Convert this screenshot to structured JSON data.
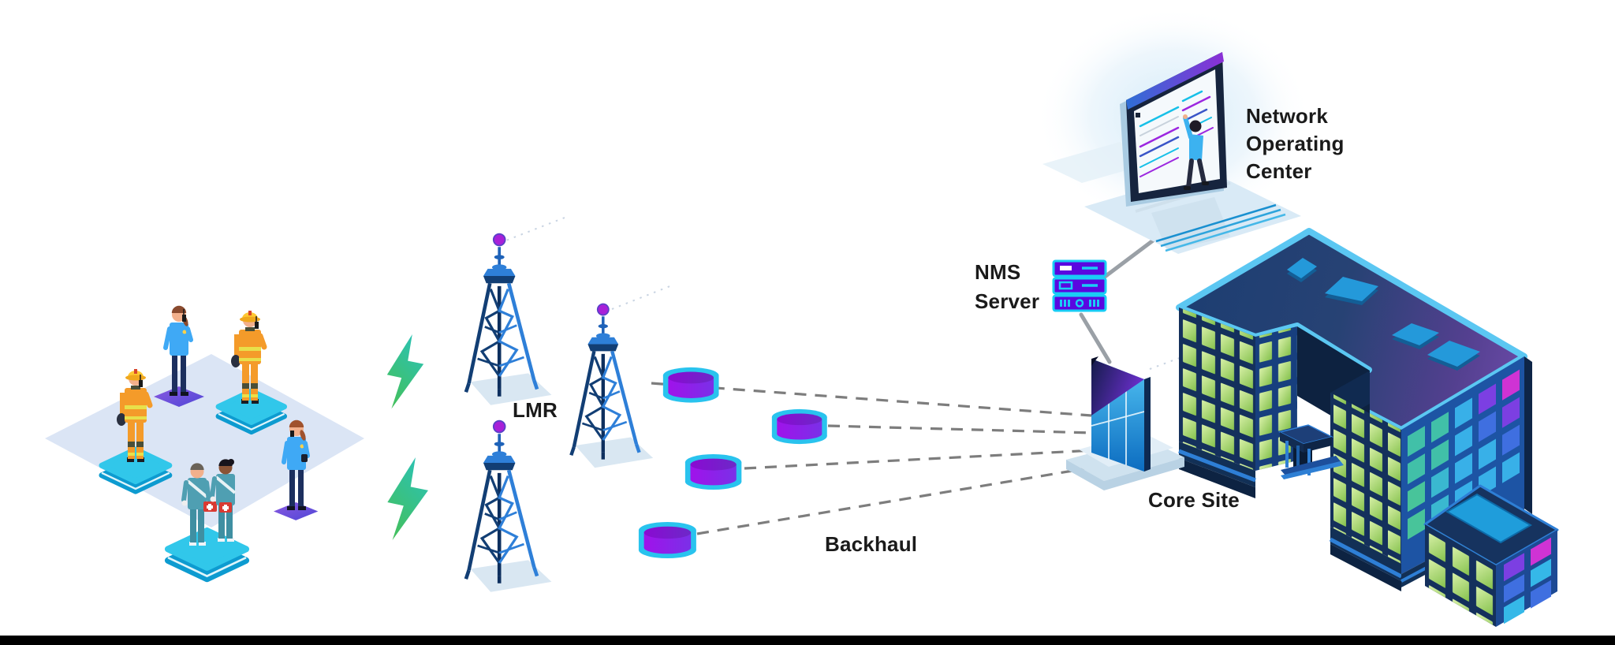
{
  "diagram_title": "LMR public-safety network architecture",
  "background": "#ffffff",
  "labels": {
    "lmr": {
      "text": "LMR"
    },
    "backhaul": {
      "text": "Backhaul"
    },
    "nms_server": {
      "lines": [
        "NMS",
        "Server"
      ]
    },
    "noc": {
      "lines": [
        "Network",
        "Operating",
        "Center"
      ]
    },
    "core_site": {
      "text": "Core Site"
    }
  },
  "nodes": [
    {
      "name": "first-responders-group",
      "description": "six first responders (2 firefighters, 2 police officers, 2 paramedics) on pads"
    },
    {
      "name": "lmr-towers",
      "label": "LMR",
      "count": 3
    },
    {
      "name": "lightning-links",
      "count": 2
    },
    {
      "name": "backhaul-nodes",
      "label": "Backhaul",
      "count": 4
    },
    {
      "name": "nms-server",
      "label": "NMS Server"
    },
    {
      "name": "network-operating-center",
      "label": "Network Operating Center"
    },
    {
      "name": "core-site",
      "label": "Core Site"
    },
    {
      "name": "enterprise-building",
      "description": "isometric office building with annex"
    }
  ],
  "links": [
    {
      "from": "backhaul-node-1",
      "to": "core-site",
      "style": "dashed"
    },
    {
      "from": "backhaul-node-2",
      "to": "core-site",
      "style": "dashed"
    },
    {
      "from": "backhaul-node-3",
      "to": "core-site",
      "style": "dashed"
    },
    {
      "from": "backhaul-node-4",
      "to": "core-site",
      "style": "dashed"
    },
    {
      "from": "network-operating-center",
      "to": "nms-server",
      "style": "solid"
    },
    {
      "from": "nms-server",
      "to": "core-site",
      "style": "solid"
    }
  ],
  "icons": {
    "lightning-icon": "gradient bolt",
    "radio-tower-icon": "lattice mast with magenta beacon",
    "backhaul-node-icon": "purple disk with cyan rim",
    "nms-server-icon": "3-unit rack, purple with cyan border",
    "noc-monitor-icon": "isometric dashboard screen with operator",
    "core-site-icon": "glass prism kiosk on platform",
    "building-icon": "navy isometric building, green and blue windows"
  },
  "colors": {
    "label_text": "#1a1a1a",
    "dashed_link": "#7d7d7d",
    "connector": "#9aa0a6",
    "ground": "#dbe5f5",
    "lightning_start": "#2cc2b2",
    "lightning_end": "#44c05c",
    "tower_blue": "#2e7fd8",
    "tower_dark": "#123e74",
    "beacon": "#a820d8",
    "cylinder_rim": "#29c3ee",
    "cylinder_fill": "#a012ea",
    "server_fill": "#5a07e0",
    "server_border": "#19cdf5",
    "building_wall": "#14305c",
    "building_roof": "#1d3e72",
    "building_roof_purple": "#6b4aa8",
    "building_edge": "#5bc7f2",
    "window_green": "#a8d96e",
    "window_teal": "#41c0a8",
    "window_cyan": "#38b0e8",
    "window_purple": "#7c3fe2",
    "window_magenta": "#cf33d4",
    "footer": "#000000"
  }
}
